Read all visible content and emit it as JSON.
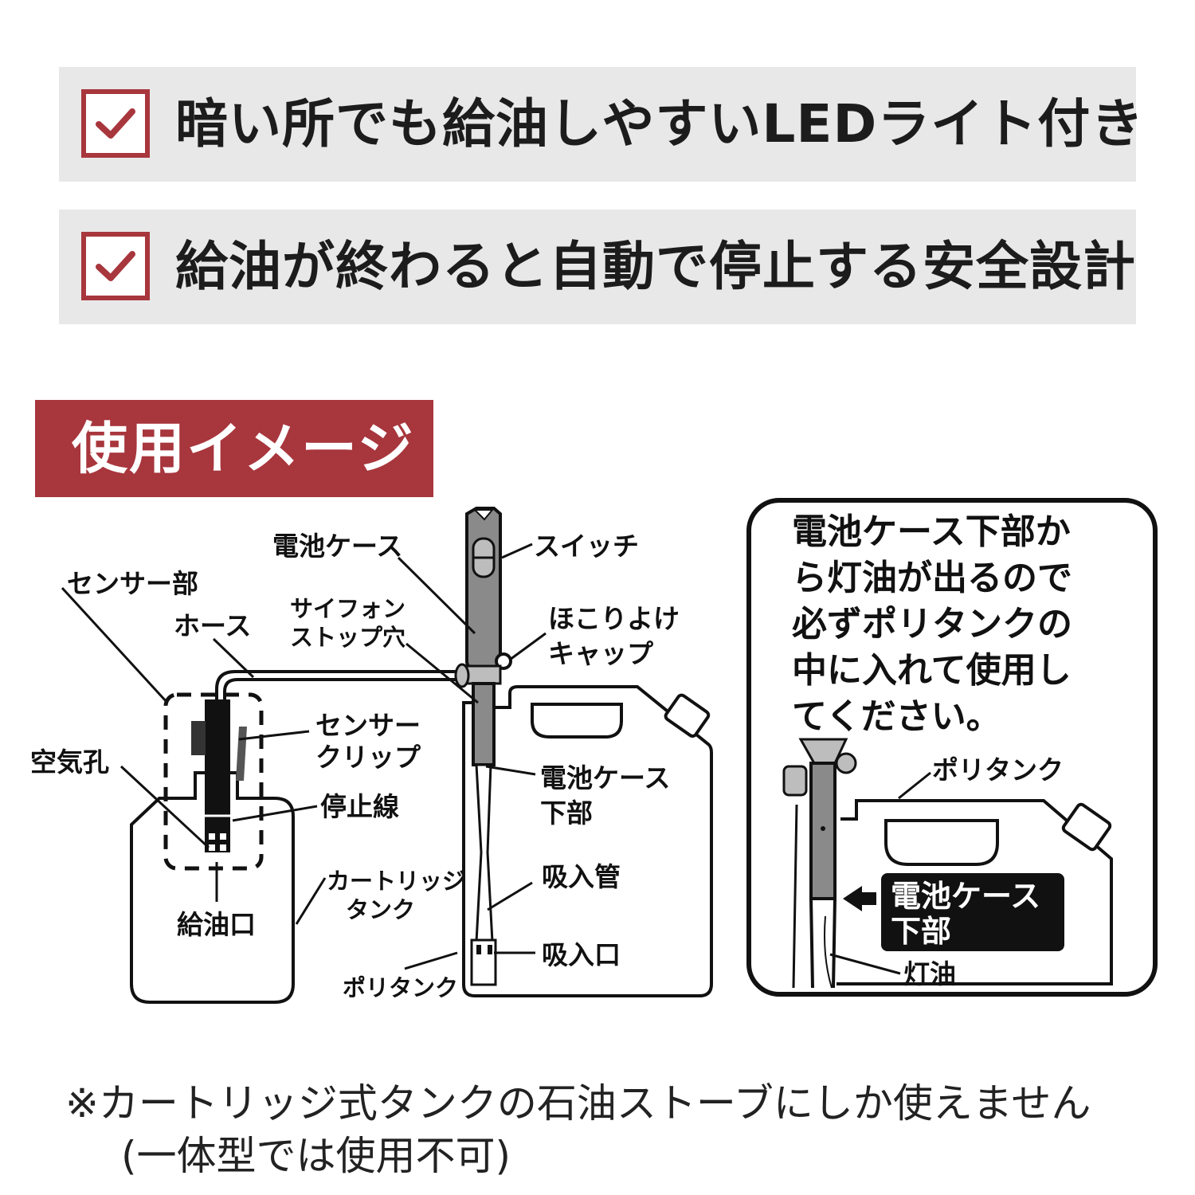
{
  "features": [
    {
      "text": "暗い所でも給油しやすいLEDライト付き",
      "checked": true
    },
    {
      "text": "給油が終わると自動で停止する安全設計",
      "checked": true
    }
  ],
  "section": {
    "title": "使用イメージ"
  },
  "diagram": {
    "labels": {
      "battery_case": "電池ケース",
      "switch": "スイッチ",
      "sensor_part": "センサー部",
      "hose": "ホース",
      "siphon_stop_1": "サイフォン",
      "siphon_stop_2": "ストップ穴",
      "dust_cap_1": "ほこりよけ",
      "dust_cap_2": "キャップ",
      "sensor_clip_1": "センサー",
      "sensor_clip_2": "クリップ",
      "air_hole": "空気孔",
      "stop_line": "停止線",
      "battery_case_bottom_1": "電池ケース",
      "battery_case_bottom_2": "下部",
      "suction_pipe": "吸入管",
      "cartridge_tank_1": "カートリッジ",
      "cartridge_tank_2": "タンク",
      "fuel_port": "給油口",
      "suction_port": "吸入口",
      "poly_tank": "ポリタンク"
    },
    "inset": {
      "warning_lines": [
        "電池ケース下部か",
        "ら灯油が出るので",
        "必ずポリタンクの",
        "中に入れて使用し",
        "てください。"
      ],
      "poly_tank": "ポリタンク",
      "callout_1": "電池ケース",
      "callout_2": "下部",
      "kerosene": "灯油"
    }
  },
  "note": {
    "line1": "※カートリッジ式タンクの石油ストーブにしか使えません",
    "line2": "(一体型では使用不可)"
  },
  "colors": {
    "accent": "#a8363d",
    "panel": "#e8e8e8",
    "pump_gray": "#8a8a8a",
    "dark": "#111111"
  }
}
